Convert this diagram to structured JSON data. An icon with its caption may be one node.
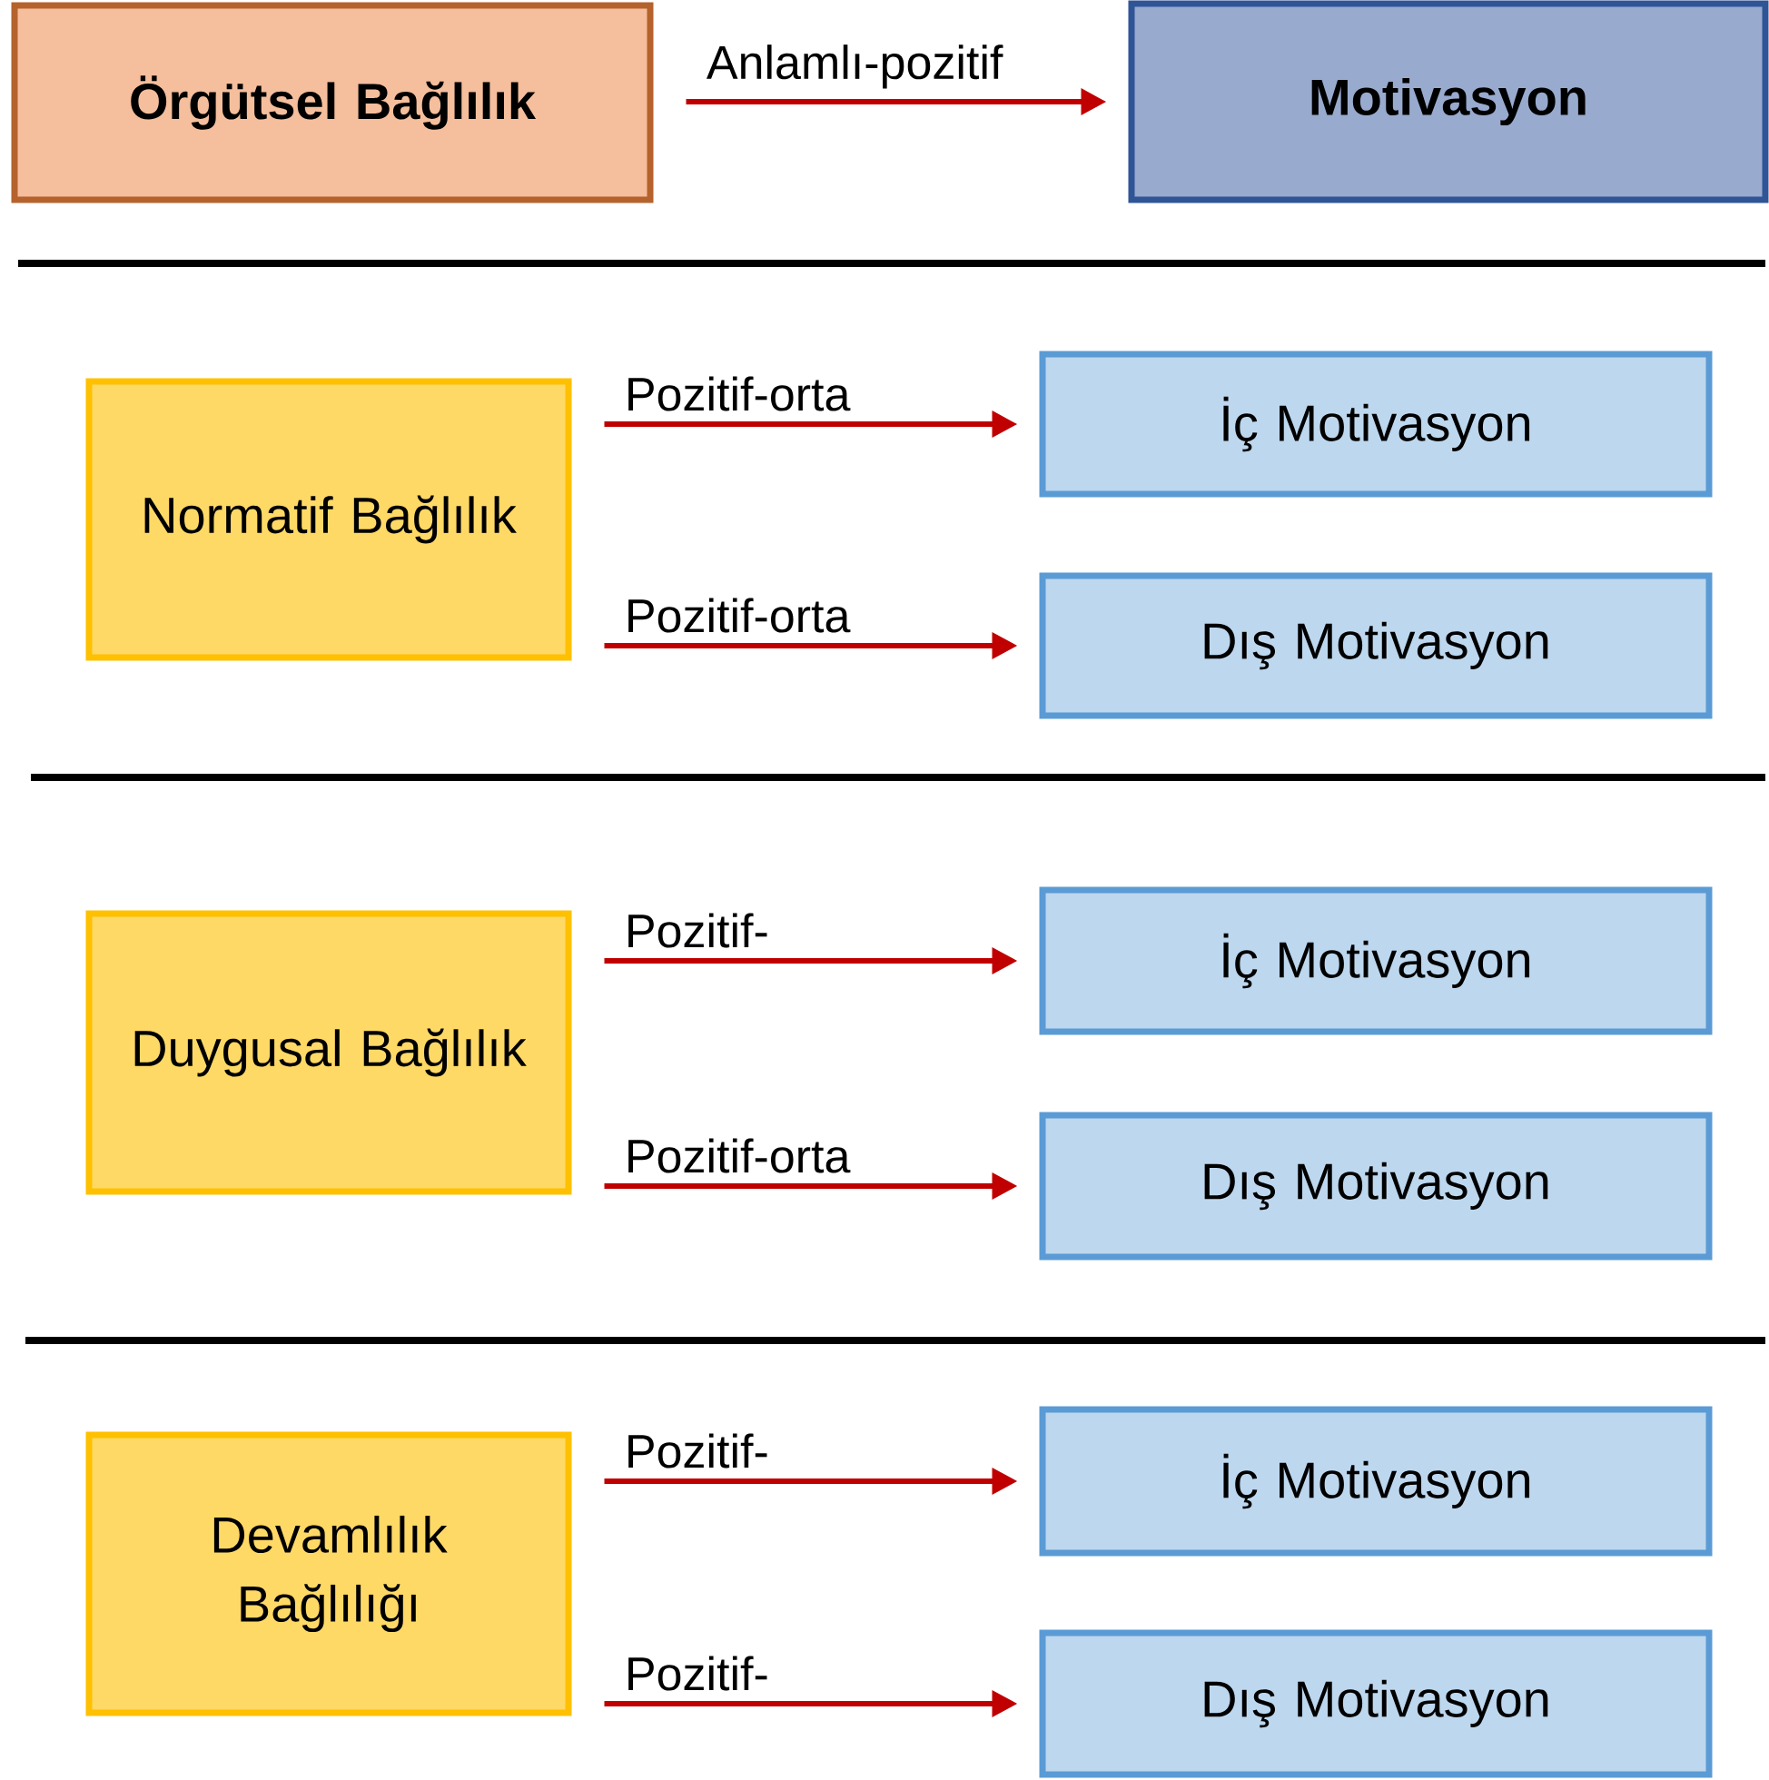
{
  "diagram": {
    "nodes": [
      {
        "text": [
          "Örgütsel Bağlılık"
        ]
      },
      {
        "text": [
          "Motivasyon"
        ]
      },
      {
        "text": [
          "Normatif Bağlılık"
        ]
      },
      {
        "text": [
          "İç Motivasyon"
        ]
      },
      {
        "text": [
          "Dış Motivasyon"
        ]
      },
      {
        "text": [
          "Duygusal Bağlılık"
        ]
      },
      {
        "text": [
          "İç Motivasyon"
        ]
      },
      {
        "text": [
          "Dış Motivasyon"
        ]
      },
      {
        "text": [
          "Devamlılık Bağlılığı"
        ]
      },
      {
        "text": [
          "İç Motivasyon"
        ]
      },
      {
        "text": [
          "Dış Motivasyon"
        ]
      }
    ],
    "edges": [
      {
        "from": 0,
        "to": 1,
        "arrow": "to",
        "label": "Anlamlı-pozitif"
      },
      {
        "from": 2,
        "to": 3,
        "arrow": "to",
        "label": "Pozitif-orta"
      },
      {
        "from": 2,
        "to": 4,
        "arrow": "to",
        "label": "Pozitif-orta"
      },
      {
        "from": 5,
        "to": 6,
        "arrow": "to",
        "label": "Pozitif-"
      },
      {
        "from": 5,
        "to": 7,
        "arrow": "to",
        "label": "Pozitif-orta"
      },
      {
        "from": 8,
        "to": 9,
        "arrow": "to",
        "label": "Pozitif-"
      },
      {
        "from": 8,
        "to": 10,
        "arrow": "to",
        "label": "Pozitif-"
      }
    ]
  }
}
